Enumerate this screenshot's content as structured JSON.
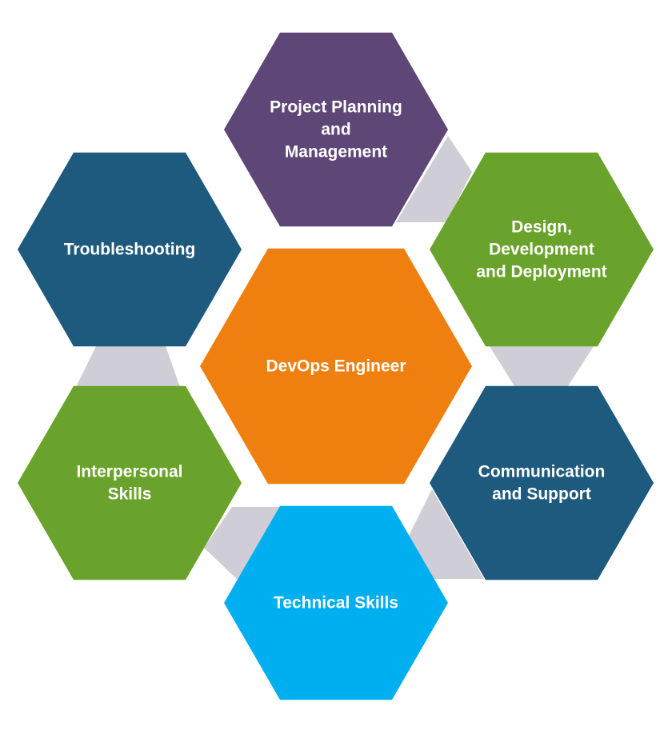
{
  "center": {
    "label_lines": [
      "DevOps Engineer"
    ],
    "color": "#EF8010"
  },
  "hexagons": [
    {
      "key": "project-planning",
      "label_lines": [
        "Project Planning",
        "and",
        "Management"
      ],
      "color": "#5E4677"
    },
    {
      "key": "design-development",
      "label_lines": [
        "Design,",
        "Development",
        "and Deployment"
      ],
      "color": "#6AA32B"
    },
    {
      "key": "communication-support",
      "label_lines": [
        "Communication",
        "and Support"
      ],
      "color": "#1D5A7E"
    },
    {
      "key": "technical-skills",
      "label_lines": [
        "Technical Skills"
      ],
      "color": "#00AFEF"
    },
    {
      "key": "interpersonal-skills",
      "label_lines": [
        "Interpersonal",
        "Skills"
      ],
      "color": "#6AA32B"
    },
    {
      "key": "troubleshooting",
      "label_lines": [
        "Troubleshooting"
      ],
      "color": "#1D5A7E"
    }
  ],
  "connector_color": "#CFCDD5"
}
